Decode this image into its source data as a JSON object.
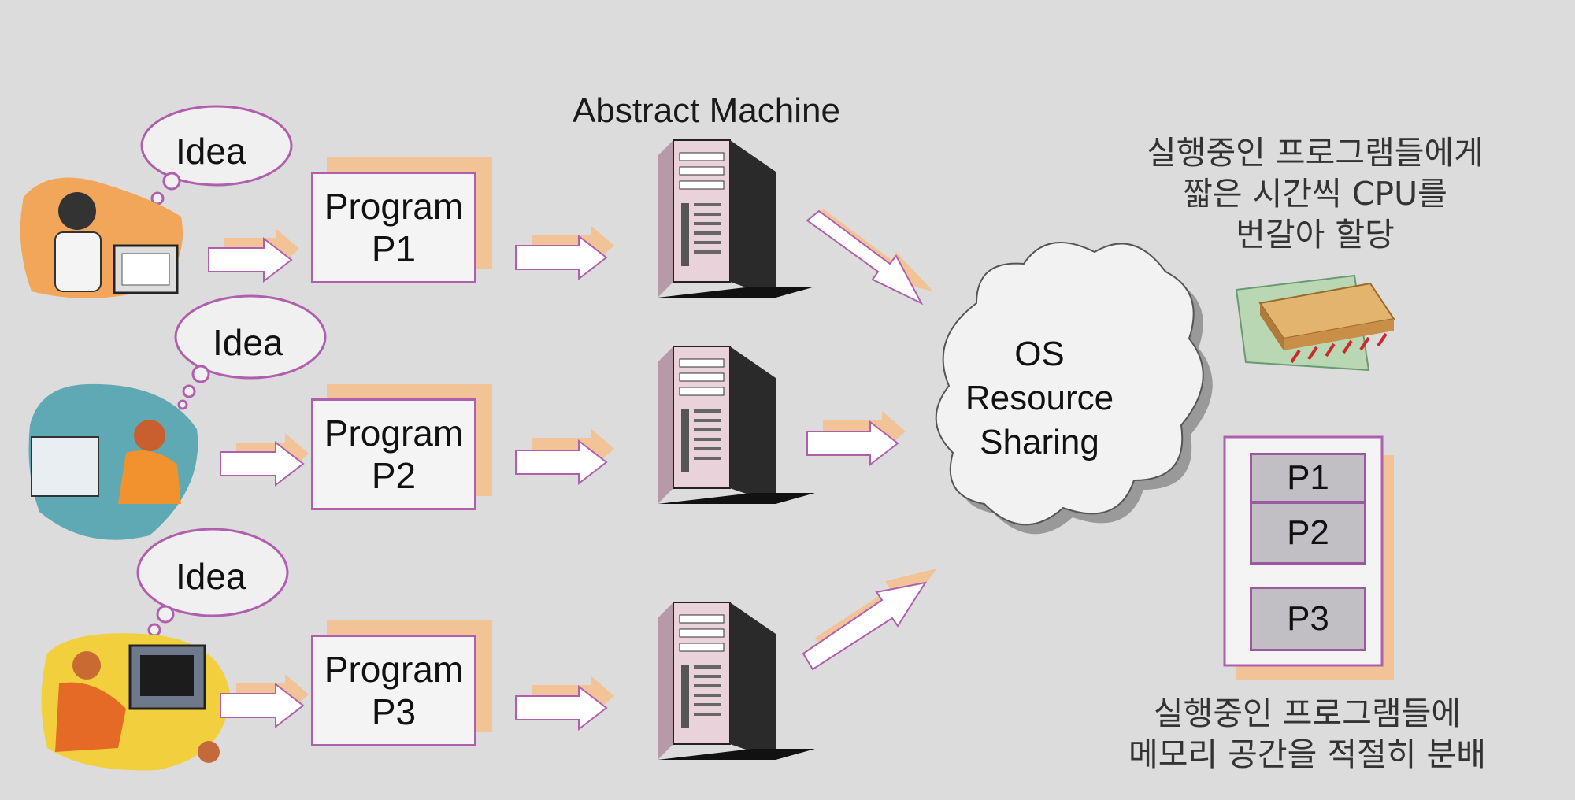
{
  "diagram": {
    "header": "Abstract Machine",
    "ideas": [
      "Idea",
      "Idea",
      "Idea"
    ],
    "programs": [
      {
        "line1": "Program",
        "line2": "P1"
      },
      {
        "line1": "Program",
        "line2": "P2"
      },
      {
        "line1": "Program",
        "line2": "P3"
      }
    ],
    "os_cloud": {
      "line1": "OS",
      "line2": "Resource",
      "line3": "Sharing"
    },
    "cpu_note": {
      "line1": "실행중인 프로그램들에게",
      "line2": "짧은 시간씩 CPU를",
      "line3": "번갈아 할당"
    },
    "memory_blocks": [
      "P1",
      "P2",
      "P3"
    ],
    "memory_note": {
      "line1": "실행중인 프로그램들에",
      "line2": "메모리 공간을 적절히 분배"
    }
  },
  "colors": {
    "background": "#dcdcdc",
    "box_border": "#b05fae",
    "box_shadow": "#f2c396",
    "arrow_fill": "#ffffff",
    "arrow_outline": "#b05fae",
    "server_body": "#e6d0d8",
    "memory_cell": "#c1bec4"
  },
  "icons": [
    "person-at-computer-icon",
    "woman-at-computer-icon",
    "man-at-workstation-icon",
    "server-tower-icon",
    "cpu-chip-icon",
    "thought-cloud-icon"
  ]
}
